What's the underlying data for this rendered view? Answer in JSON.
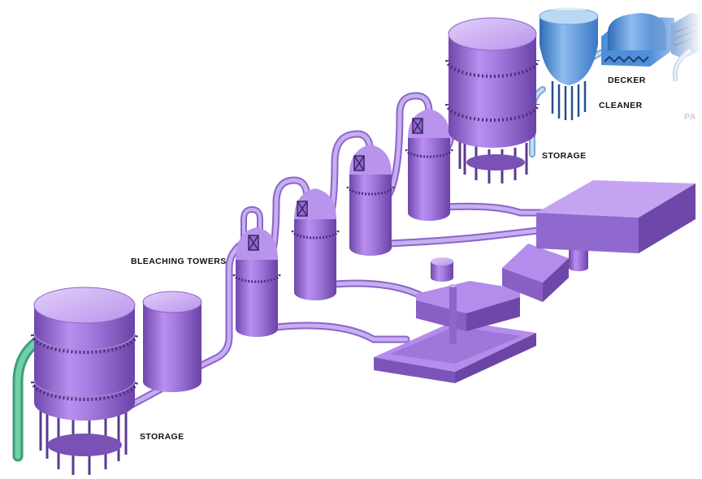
{
  "colors": {
    "equipment": "#a57be0",
    "equipment_light": "#c8a8f2",
    "equipment_dark": "#6c45a8",
    "pipe": "#bfa3ec",
    "pipe_dark": "#8a65c9",
    "inlet_pipe": "#5fbf98",
    "cleaner_equipment": "#5a97de",
    "cleaner_light": "#9cc3ee",
    "cleaner_dark": "#2f6bb6"
  },
  "labels": {
    "bleaching_towers": "BLEACHING TOWERS",
    "storage_left": "STORAGE",
    "storage_right": "STORAGE",
    "decker": "DECKER",
    "cleaner": "CLEANER",
    "cut_off": "PA"
  }
}
